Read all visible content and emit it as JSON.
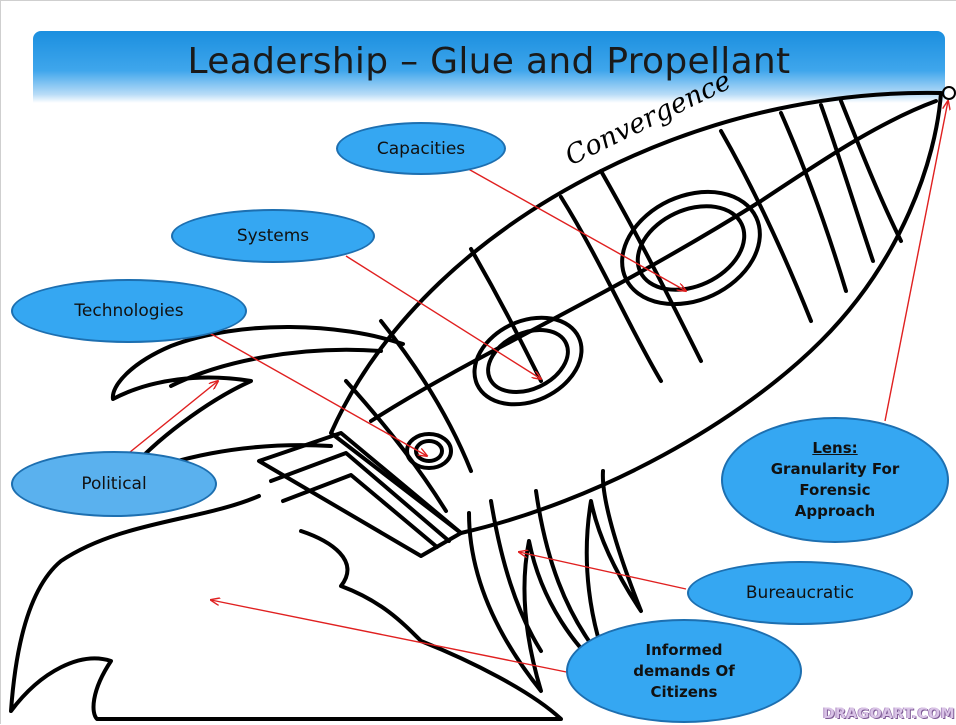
{
  "title": "Leadership – Glue and Propellant",
  "convergence": "Convergence",
  "bubbles": {
    "capacities": "Capacities",
    "systems": "Systems",
    "technologies": "Technologies",
    "political": "Political",
    "lens_line1": "Lens:",
    "lens_line2": "Granularity For",
    "lens_line3": "Forensic",
    "lens_line4": "Approach",
    "bureaucratic": "Bureaucratic",
    "informed_line1": "Informed",
    "informed_line2": "demands Of",
    "informed_line3": "Citizens"
  },
  "watermark": "DRAGOART.COM",
  "colors": {
    "title_bar": "#2e9ae6",
    "bubble_fill": "#35a7f2",
    "bubble_border": "#1d6fb0",
    "arrow": "#e02020"
  }
}
